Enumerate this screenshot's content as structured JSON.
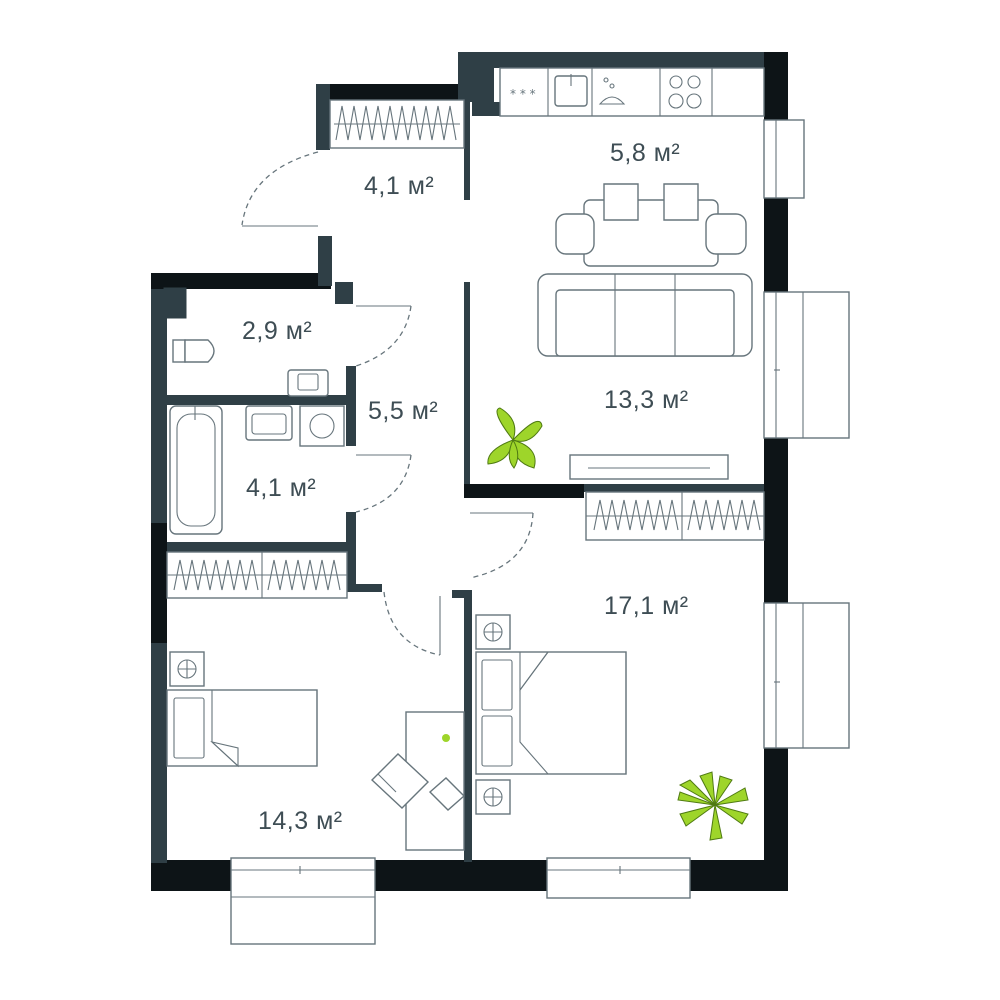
{
  "colors": {
    "wall": "#2f3f46",
    "outer_wall": "#0d1417",
    "furniture_line": "#67757c",
    "text": "#3e4d54",
    "plant": "#9ed52a"
  },
  "rooms": {
    "kitchen": "5,8 м²",
    "entry_closet": "4,1 м²",
    "living": "13,3 м²",
    "toilet": "2,9 м²",
    "hall": "5,5 м²",
    "bathroom": "4,1 м²",
    "bedroom_main": "17,1 м²",
    "bedroom_kid": "14,3 м²"
  },
  "icons": [
    "hob-icon",
    "sink-icon",
    "sofa-icon",
    "dining-table-icon",
    "bed-icon",
    "bathtub-icon",
    "toilet-icon",
    "washing-machine-icon",
    "plant-icon",
    "armchair-icon",
    "laptop-icon",
    "lamp-icon",
    "wardrobe-icon",
    "window-icon"
  ]
}
